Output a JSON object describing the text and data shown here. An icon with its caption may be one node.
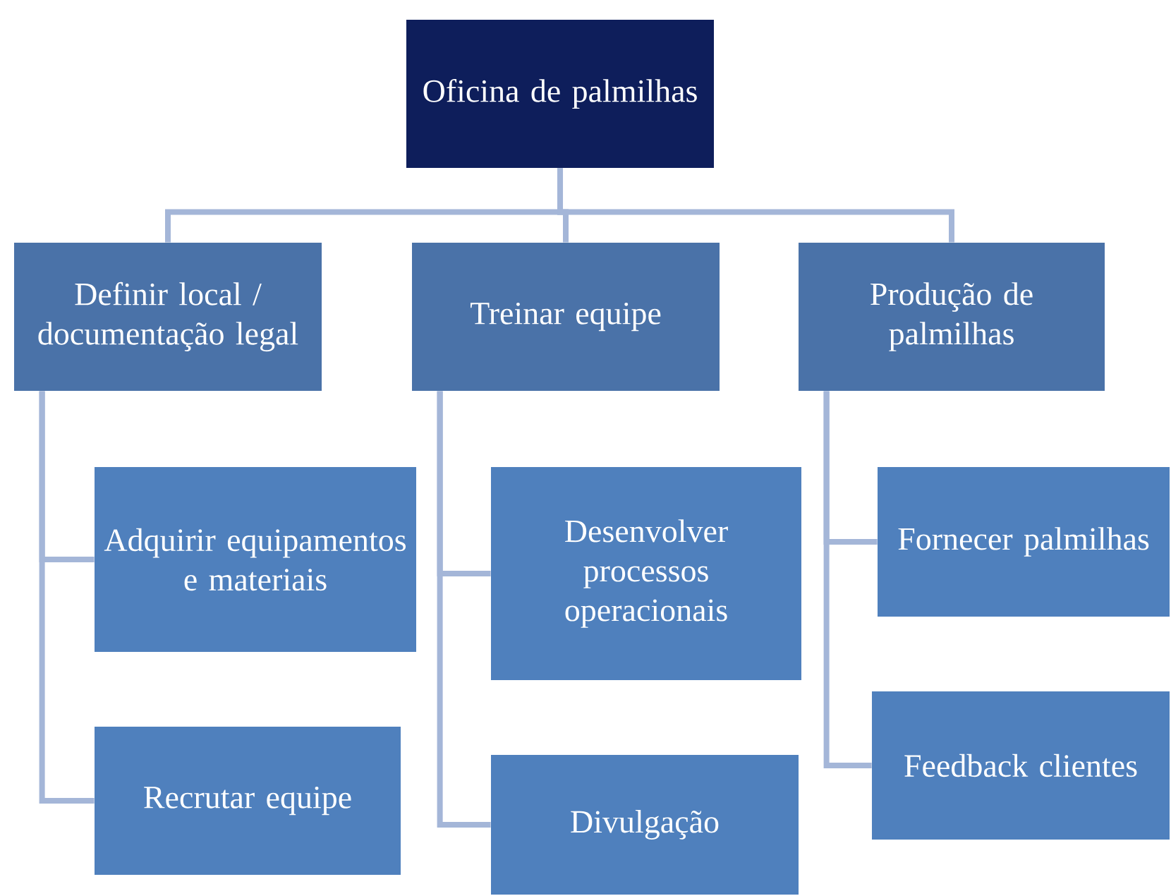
{
  "diagram": {
    "nodes": [
      {
        "text": [
          "Oficina de palmilhas"
        ]
      },
      {
        "text": [
          "Definir local / documentação legal"
        ]
      },
      {
        "text": [
          "Treinar equipe"
        ]
      },
      {
        "text": [
          "Produção de palmilhas"
        ]
      },
      {
        "text": [
          "Adquirir equipamentos e materiais"
        ]
      },
      {
        "text": [
          "Recrutar equipe"
        ]
      },
      {
        "text": [
          "Desenvolver processos operacionais"
        ]
      },
      {
        "text": [
          "Divulgação"
        ]
      },
      {
        "text": [
          "Fornecer palmilhas"
        ]
      },
      {
        "text": [
          "Feedback clientes"
        ]
      }
    ],
    "edges": [
      {
        "from": 0,
        "to": 1,
        "arrow": "none"
      },
      {
        "from": 0,
        "to": 2,
        "arrow": "none"
      },
      {
        "from": 0,
        "to": 3,
        "arrow": "none"
      },
      {
        "from": 1,
        "to": 4,
        "arrow": "none"
      },
      {
        "from": 1,
        "to": 5,
        "arrow": "none"
      },
      {
        "from": 2,
        "to": 6,
        "arrow": "none"
      },
      {
        "from": 2,
        "to": 7,
        "arrow": "none"
      },
      {
        "from": 3,
        "to": 8,
        "arrow": "none"
      },
      {
        "from": 3,
        "to": 9,
        "arrow": "none"
      }
    ]
  }
}
